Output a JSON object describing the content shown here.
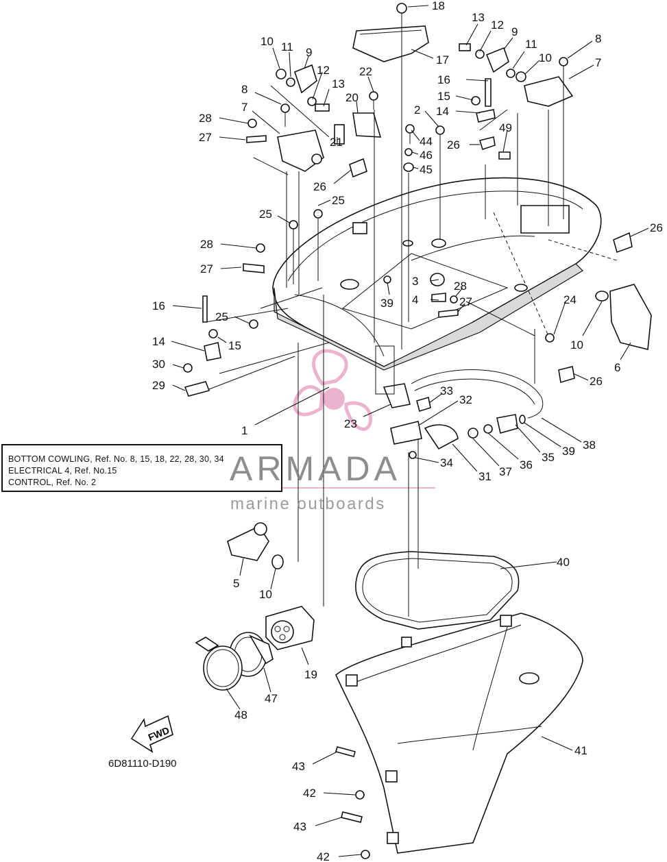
{
  "reference_notes": [
    "BOTTOM COWLING, Ref. No. 8, 15, 18, 22, 28, 30, 34",
    "ELECTRICAL 4, Ref. No.15",
    "CONTROL, Ref. No. 2"
  ],
  "watermark": {
    "brand": "ARMADA",
    "tagline": "marine outboards",
    "logo_icon": "propeller-logo-icon",
    "brand_color": "#e8a6c6",
    "text_color": "#7a7a7a"
  },
  "direction_marker": {
    "label": "FWD",
    "icon": "arrow-left-icon"
  },
  "diagram_code": "6D81110-D190",
  "callouts": [
    "18",
    "17",
    "13",
    "12",
    "9",
    "11",
    "10",
    "8",
    "7",
    "16",
    "15",
    "14",
    "2",
    "44",
    "46",
    "45",
    "26",
    "49",
    "22",
    "20",
    "21",
    "26",
    "25",
    "12",
    "13",
    "10",
    "11",
    "9",
    "8",
    "28",
    "7",
    "27",
    "25",
    "28",
    "27",
    "16",
    "25",
    "15",
    "14",
    "30",
    "29",
    "1",
    "26",
    "3",
    "28",
    "4",
    "27",
    "39",
    "24",
    "10",
    "6",
    "26",
    "33",
    "32",
    "23",
    "34",
    "31",
    "37",
    "36",
    "35",
    "39",
    "38",
    "40",
    "5",
    "10",
    "19",
    "47",
    "48",
    "41",
    "43",
    "42",
    "43",
    "42"
  ]
}
